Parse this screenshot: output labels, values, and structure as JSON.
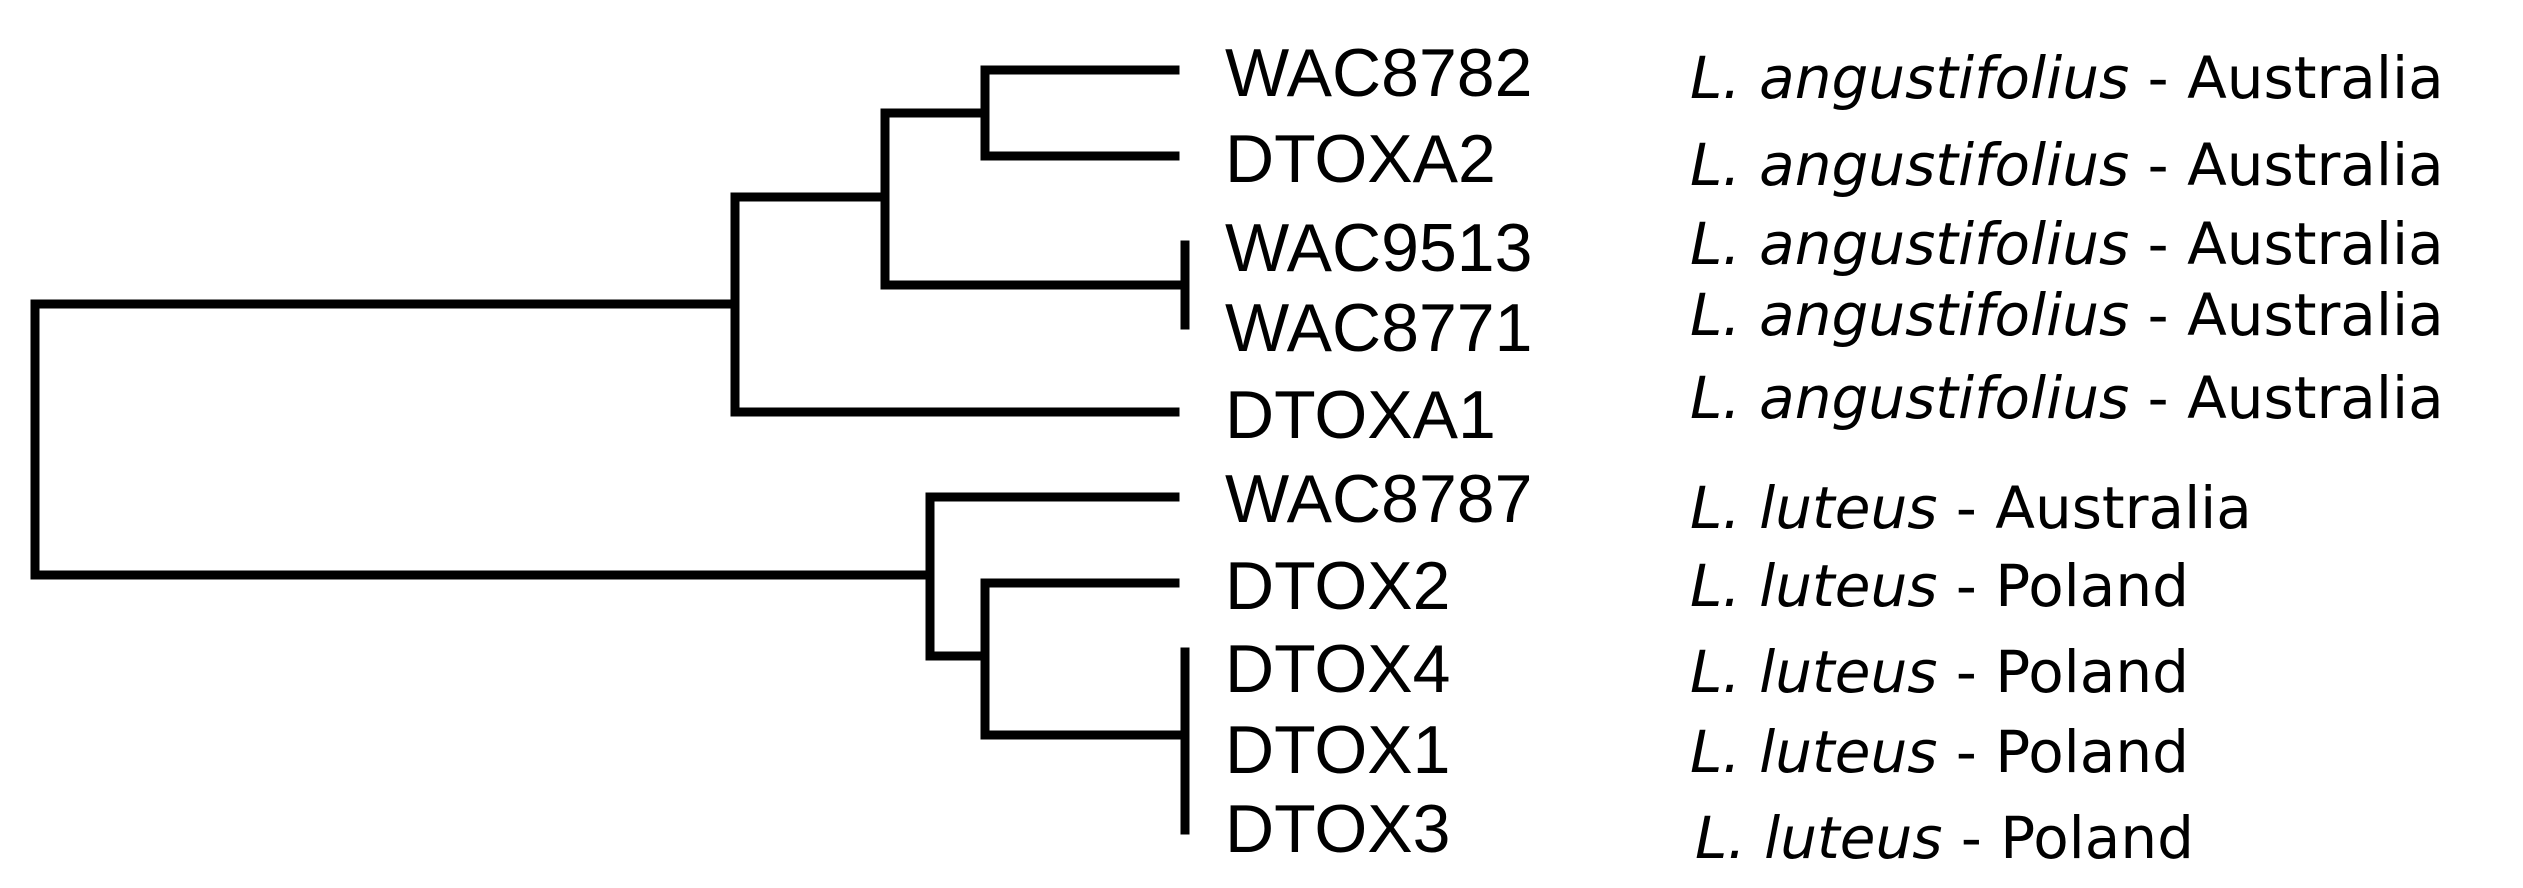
{
  "tree": {
    "taxa": [
      {
        "id": "WAC8782",
        "species": "L. angustifolius",
        "separator": " - ",
        "origin": "Australia"
      },
      {
        "id": "DTOXA2",
        "species": "L. angustifolius",
        "separator": " - ",
        "origin": "Australia"
      },
      {
        "id": "WAC9513",
        "species": "L. angustifolius",
        "separator": " - ",
        "origin": "Australia"
      },
      {
        "id": "WAC8771",
        "species": "L. angustifolius",
        "separator": " - ",
        "origin": "Australia"
      },
      {
        "id": "DTOXA1",
        "species": "L. angustifolius",
        "separator": " - ",
        "origin": "Australia"
      },
      {
        "id": "WAC8787",
        "species": "L. luteus",
        "separator": " - ",
        "origin": "Australia"
      },
      {
        "id": "DTOX2",
        "species": "L. luteus",
        "separator": " - ",
        "origin": "Poland"
      },
      {
        "id": "DTOX4",
        "species": "L. luteus",
        "separator": " - ",
        "origin": "Poland"
      },
      {
        "id": "DTOX1",
        "species": "L. luteus",
        "separator": " - ",
        "origin": "Poland"
      },
      {
        "id": "DTOX3",
        "species": "L. luteus",
        "separator": " - ",
        "origin": "Poland"
      }
    ],
    "topology": "((((WAC8782,DTOXA2),(WAC9513,WAC8771)),DTOXA1),(WAC8787,(DTOX2,(DTOX4,DTOX1,DTOX3))))",
    "line_color": "#000000"
  }
}
